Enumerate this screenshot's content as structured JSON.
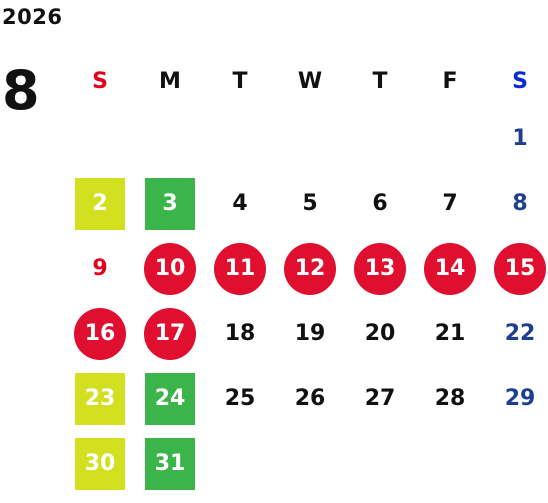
{
  "year": "2026",
  "month": "8",
  "colors": {
    "sunday": "#e3001b",
    "saturday": "#0a2bd1",
    "saturday_date": "#1e3f8f",
    "weekday": "#111111",
    "holiday_fill": "#e00e2f",
    "lime_fill": "#d3e020",
    "green_fill": "#3bb54a"
  },
  "weekdays": [
    {
      "label": "S",
      "type": "sunday"
    },
    {
      "label": "M",
      "type": "weekday"
    },
    {
      "label": "T",
      "type": "weekday"
    },
    {
      "label": "W",
      "type": "weekday"
    },
    {
      "label": "T",
      "type": "weekday"
    },
    {
      "label": "F",
      "type": "weekday"
    },
    {
      "label": "S",
      "type": "saturday"
    }
  ],
  "weeks": [
    [
      null,
      null,
      null,
      null,
      null,
      null,
      {
        "day": "1",
        "style": "saturday"
      }
    ],
    [
      {
        "day": "2",
        "style": "lime"
      },
      {
        "day": "3",
        "style": "green"
      },
      {
        "day": "4",
        "style": "plain"
      },
      {
        "day": "5",
        "style": "plain"
      },
      {
        "day": "6",
        "style": "plain"
      },
      {
        "day": "7",
        "style": "plain"
      },
      {
        "day": "8",
        "style": "saturday"
      }
    ],
    [
      {
        "day": "9",
        "style": "sunday"
      },
      {
        "day": "10",
        "style": "holiday"
      },
      {
        "day": "11",
        "style": "holiday"
      },
      {
        "day": "12",
        "style": "holiday"
      },
      {
        "day": "13",
        "style": "holiday"
      },
      {
        "day": "14",
        "style": "holiday"
      },
      {
        "day": "15",
        "style": "holiday"
      }
    ],
    [
      {
        "day": "16",
        "style": "holiday"
      },
      {
        "day": "17",
        "style": "holiday"
      },
      {
        "day": "18",
        "style": "plain"
      },
      {
        "day": "19",
        "style": "plain"
      },
      {
        "day": "20",
        "style": "plain"
      },
      {
        "day": "21",
        "style": "plain"
      },
      {
        "day": "22",
        "style": "saturday"
      }
    ],
    [
      {
        "day": "23",
        "style": "lime"
      },
      {
        "day": "24",
        "style": "green"
      },
      {
        "day": "25",
        "style": "plain"
      },
      {
        "day": "26",
        "style": "plain"
      },
      {
        "day": "27",
        "style": "plain"
      },
      {
        "day": "28",
        "style": "plain"
      },
      {
        "day": "29",
        "style": "saturday"
      }
    ],
    [
      {
        "day": "30",
        "style": "lime"
      },
      {
        "day": "31",
        "style": "green"
      },
      null,
      null,
      null,
      null,
      null
    ]
  ]
}
